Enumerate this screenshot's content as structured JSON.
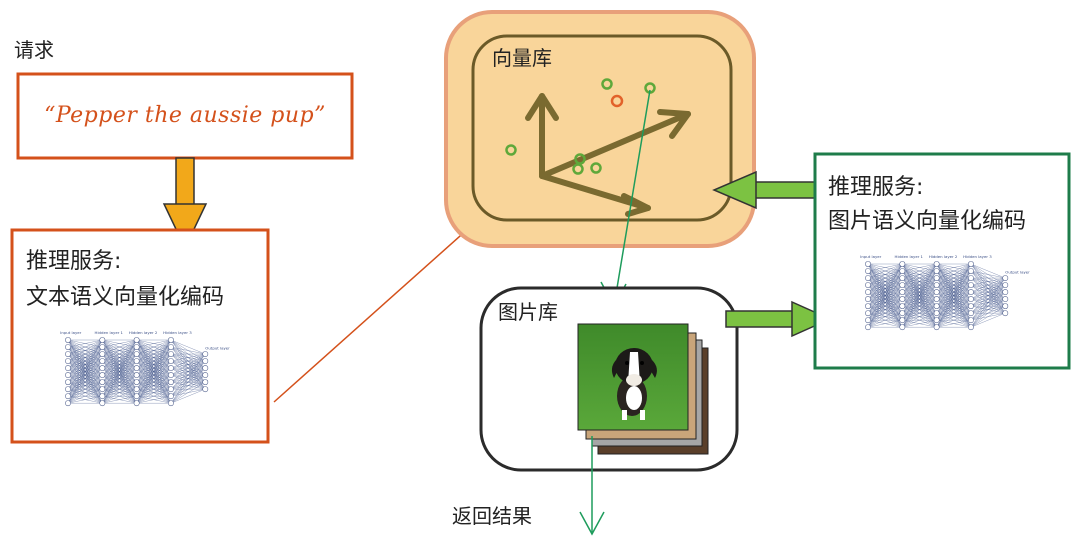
{
  "request_label": "请求",
  "query_text": "“Pepper the aussie pup”",
  "text_encoder": {
    "line1": "推理服务:",
    "line2": "文本语义向量化编码",
    "nn_labels": [
      "Input layer",
      "Hidden layer 1",
      "Hidden layer 2",
      "Hidden layer 3",
      "Output layer"
    ]
  },
  "vector_db": {
    "label": "向量库"
  },
  "image_db": {
    "label": "图片库"
  },
  "image_encoder": {
    "line1": "推理服务:",
    "line2": "图片语义向量化编码",
    "nn_labels": [
      "Input layer",
      "Hidden layer 1",
      "Hidden layer 2",
      "Hidden layer 3",
      "Output layer"
    ]
  },
  "result_label": "返回结果",
  "colors": {
    "orange_red": "#d4511b",
    "green_dark": "#1e7c4a",
    "vector_fill": "#f9d59a",
    "vector_edge": "#e8a07a",
    "axis": "#7a6a30",
    "yellow_arrow": "#f2a81a",
    "green_arrow": "#7cc242",
    "nn_edge": "#3b4f86"
  }
}
